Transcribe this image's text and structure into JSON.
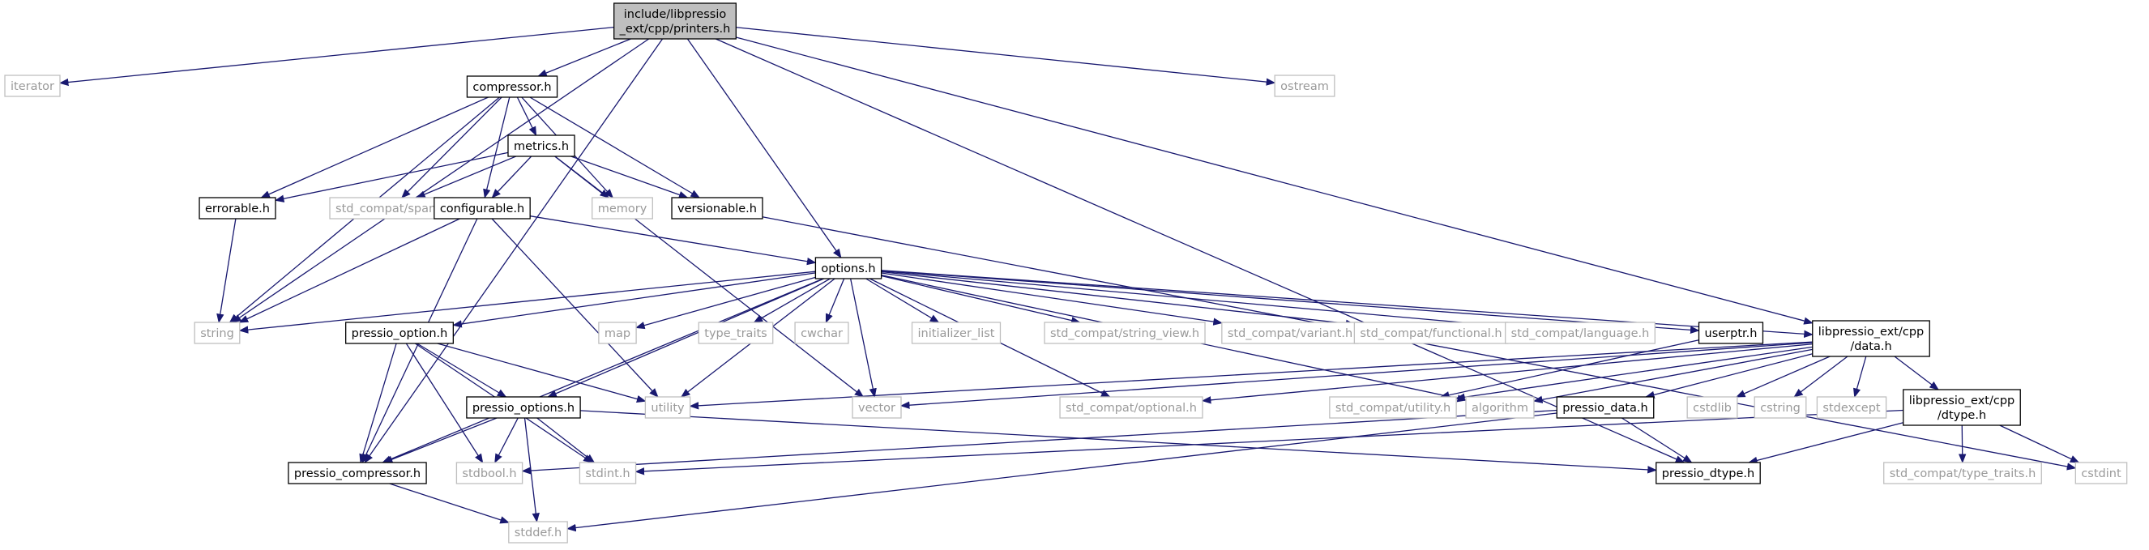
{
  "nodes": [
    {
      "id": "printers",
      "lines": [
        "include/libpressio",
        "_ext/cpp/printers.h"
      ],
      "kind": "root"
    },
    {
      "id": "iterator",
      "lines": [
        "iterator"
      ],
      "kind": "sys"
    },
    {
      "id": "ostream",
      "lines": [
        "ostream"
      ],
      "kind": "sys"
    },
    {
      "id": "compressor",
      "lines": [
        "compressor.h"
      ],
      "kind": "file"
    },
    {
      "id": "metrics",
      "lines": [
        "metrics.h"
      ],
      "kind": "file"
    },
    {
      "id": "errorable",
      "lines": [
        "errorable.h"
      ],
      "kind": "file"
    },
    {
      "id": "span",
      "lines": [
        "std_compat/span.h"
      ],
      "kind": "sys"
    },
    {
      "id": "configurable",
      "lines": [
        "configurable.h"
      ],
      "kind": "file"
    },
    {
      "id": "memory",
      "lines": [
        "memory"
      ],
      "kind": "sys"
    },
    {
      "id": "versionable",
      "lines": [
        "versionable.h"
      ],
      "kind": "file"
    },
    {
      "id": "options",
      "lines": [
        "options.h"
      ],
      "kind": "file"
    },
    {
      "id": "string",
      "lines": [
        "string"
      ],
      "kind": "sys"
    },
    {
      "id": "pressio_option",
      "lines": [
        "pressio_option.h"
      ],
      "kind": "file"
    },
    {
      "id": "map",
      "lines": [
        "map"
      ],
      "kind": "sys"
    },
    {
      "id": "type_traits",
      "lines": [
        "type_traits"
      ],
      "kind": "sys"
    },
    {
      "id": "cwchar",
      "lines": [
        "cwchar"
      ],
      "kind": "sys"
    },
    {
      "id": "initializer_list",
      "lines": [
        "initializer_list"
      ],
      "kind": "sys"
    },
    {
      "id": "string_view",
      "lines": [
        "std_compat/string_view.h"
      ],
      "kind": "sys"
    },
    {
      "id": "variant",
      "lines": [
        "std_compat/variant.h"
      ],
      "kind": "sys"
    },
    {
      "id": "functional",
      "lines": [
        "std_compat/functional.h"
      ],
      "kind": "sys"
    },
    {
      "id": "language",
      "lines": [
        "std_compat/language.h"
      ],
      "kind": "sys"
    },
    {
      "id": "userptr",
      "lines": [
        "userptr.h"
      ],
      "kind": "file"
    },
    {
      "id": "data",
      "lines": [
        "libpressio_ext/cpp",
        "/data.h"
      ],
      "kind": "file"
    },
    {
      "id": "utility",
      "lines": [
        "utility"
      ],
      "kind": "sys"
    },
    {
      "id": "vector",
      "lines": [
        "vector"
      ],
      "kind": "sys"
    },
    {
      "id": "optional",
      "lines": [
        "std_compat/optional.h"
      ],
      "kind": "sys"
    },
    {
      "id": "utility_h",
      "lines": [
        "std_compat/utility.h"
      ],
      "kind": "sys"
    },
    {
      "id": "algorithm",
      "lines": [
        "algorithm"
      ],
      "kind": "sys"
    },
    {
      "id": "pressio_data",
      "lines": [
        "pressio_data.h"
      ],
      "kind": "file"
    },
    {
      "id": "cstdlib",
      "lines": [
        "cstdlib"
      ],
      "kind": "sys"
    },
    {
      "id": "cstring",
      "lines": [
        "cstring"
      ],
      "kind": "sys"
    },
    {
      "id": "stdexcept",
      "lines": [
        "stdexcept"
      ],
      "kind": "sys"
    },
    {
      "id": "dtype",
      "lines": [
        "libpressio_ext/cpp",
        "/dtype.h"
      ],
      "kind": "file"
    },
    {
      "id": "pressio_options",
      "lines": [
        "pressio_options.h"
      ],
      "kind": "file"
    },
    {
      "id": "pressio_compressor",
      "lines": [
        "pressio_compressor.h"
      ],
      "kind": "file"
    },
    {
      "id": "stdbool",
      "lines": [
        "stdbool.h"
      ],
      "kind": "sys"
    },
    {
      "id": "stdint",
      "lines": [
        "stdint.h"
      ],
      "kind": "sys"
    },
    {
      "id": "pressio_dtype",
      "lines": [
        "pressio_dtype.h"
      ],
      "kind": "file"
    },
    {
      "id": "type_traits_h",
      "lines": [
        "std_compat/type_traits.h"
      ],
      "kind": "sys"
    },
    {
      "id": "cstdint",
      "lines": [
        "cstdint"
      ],
      "kind": "sys"
    },
    {
      "id": "stddef",
      "lines": [
        "stddef.h"
      ],
      "kind": "sys"
    }
  ],
  "edges": [
    [
      "printers",
      "iterator"
    ],
    [
      "printers",
      "string"
    ],
    [
      "printers",
      "compressor"
    ],
    [
      "printers",
      "options"
    ],
    [
      "printers",
      "data"
    ],
    [
      "printers",
      "ostream"
    ],
    [
      "printers",
      "pressio_dtype"
    ],
    [
      "printers",
      "pressio_compressor"
    ],
    [
      "compressor",
      "metrics"
    ],
    [
      "compressor",
      "errorable"
    ],
    [
      "compressor",
      "span"
    ],
    [
      "compressor",
      "configurable"
    ],
    [
      "compressor",
      "memory"
    ],
    [
      "compressor",
      "versionable"
    ],
    [
      "compressor",
      "string"
    ],
    [
      "metrics",
      "errorable"
    ],
    [
      "metrics",
      "span"
    ],
    [
      "metrics",
      "configurable"
    ],
    [
      "metrics",
      "memory"
    ],
    [
      "metrics",
      "versionable"
    ],
    [
      "metrics",
      "vector"
    ],
    [
      "errorable",
      "string"
    ],
    [
      "configurable",
      "options"
    ],
    [
      "configurable",
      "string"
    ],
    [
      "configurable",
      "utility"
    ],
    [
      "configurable",
      "pressio_compressor"
    ],
    [
      "versionable",
      "cstdint"
    ],
    [
      "options",
      "string"
    ],
    [
      "options",
      "pressio_option"
    ],
    [
      "options",
      "map"
    ],
    [
      "options",
      "type_traits"
    ],
    [
      "options",
      "cwchar"
    ],
    [
      "options",
      "initializer_list"
    ],
    [
      "options",
      "string_view"
    ],
    [
      "options",
      "variant"
    ],
    [
      "options",
      "functional"
    ],
    [
      "options",
      "language"
    ],
    [
      "options",
      "userptr"
    ],
    [
      "options",
      "data"
    ],
    [
      "options",
      "utility"
    ],
    [
      "options",
      "vector"
    ],
    [
      "options",
      "optional"
    ],
    [
      "options",
      "algorithm"
    ],
    [
      "options",
      "pressio_options"
    ],
    [
      "options",
      "pressio_compressor"
    ],
    [
      "pressio_option",
      "pressio_options"
    ],
    [
      "pressio_option",
      "pressio_compressor"
    ],
    [
      "pressio_option",
      "stdbool"
    ],
    [
      "pressio_option",
      "stdint"
    ],
    [
      "pressio_option",
      "utility"
    ],
    [
      "pressio_options",
      "pressio_compressor"
    ],
    [
      "pressio_options",
      "stdbool"
    ],
    [
      "pressio_options",
      "stdint"
    ],
    [
      "pressio_options",
      "stddef"
    ],
    [
      "pressio_options",
      "pressio_dtype"
    ],
    [
      "pressio_compressor",
      "stddef"
    ],
    [
      "userptr",
      "utility_h"
    ],
    [
      "data",
      "utility"
    ],
    [
      "data",
      "vector"
    ],
    [
      "data",
      "optional"
    ],
    [
      "data",
      "utility_h"
    ],
    [
      "data",
      "algorithm"
    ],
    [
      "data",
      "pressio_data"
    ],
    [
      "data",
      "cstdlib"
    ],
    [
      "data",
      "cstring"
    ],
    [
      "data",
      "stdexcept"
    ],
    [
      "data",
      "dtype"
    ],
    [
      "pressio_data",
      "stdbool"
    ],
    [
      "pressio_data",
      "stddef"
    ],
    [
      "pressio_data",
      "pressio_dtype"
    ],
    [
      "dtype",
      "stdint"
    ],
    [
      "dtype",
      "pressio_dtype"
    ],
    [
      "dtype",
      "type_traits_h"
    ],
    [
      "dtype",
      "cstdint"
    ]
  ]
}
